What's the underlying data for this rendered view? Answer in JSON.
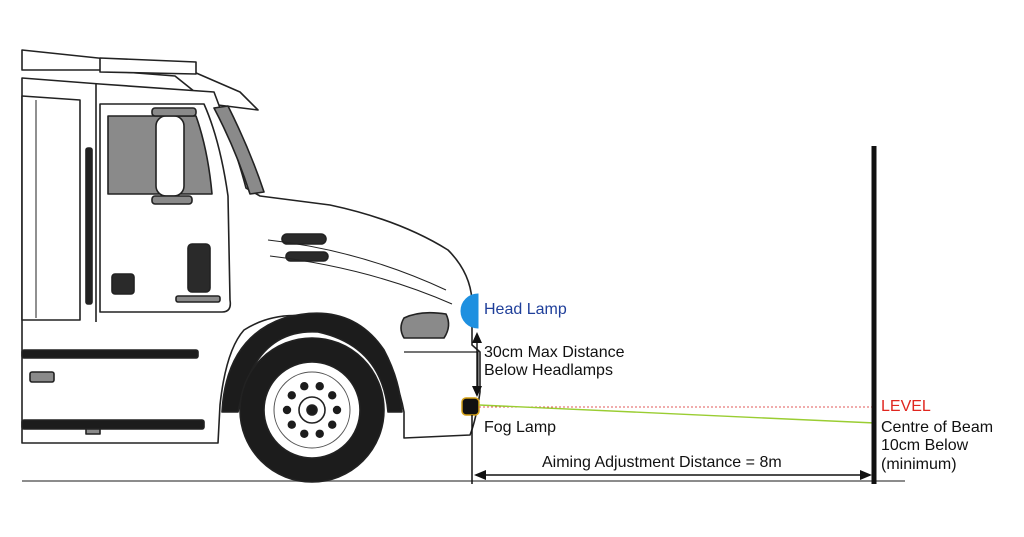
{
  "labels": {
    "head_lamp": "Head Lamp",
    "max_distance_line1": "30cm Max Distance",
    "max_distance_line2": "Below Headlamps",
    "fog_lamp": "Fog Lamp",
    "aiming_distance": "Aiming Adjustment Distance = 8m",
    "level": "LEVEL",
    "centre_beam_line1": "Centre of Beam",
    "centre_beam_line2": "10cm Below",
    "centre_beam_line3": "(minimum)"
  },
  "colors": {
    "head_lamp_text": "#1f3f9a",
    "head_lamp_fill": "#1e90e0",
    "level_text": "#e0261f",
    "beam_line": "#9acd32",
    "level_line": "#e05a5a",
    "fog_lamp_fill": "#111111",
    "fog_lamp_ring": "#d4a017",
    "truck_body": "#ffffff",
    "truck_outline": "#222222",
    "window_glass": "#8a8a8a",
    "tyre": "#1c1c1c"
  }
}
